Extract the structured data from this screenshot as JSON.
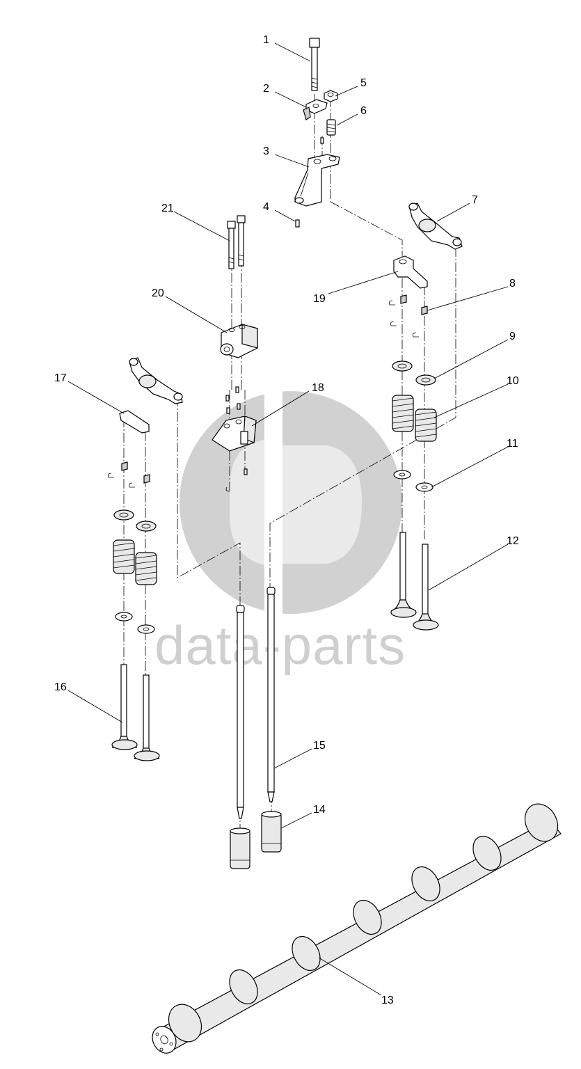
{
  "watermark": {
    "text": "data-parts",
    "color": "#c9c9c9"
  },
  "callouts": [
    {
      "id": "c1",
      "label": "1"
    },
    {
      "id": "c2",
      "label": "2"
    },
    {
      "id": "c3",
      "label": "3"
    },
    {
      "id": "c4",
      "label": "4"
    },
    {
      "id": "c5",
      "label": "5"
    },
    {
      "id": "c6",
      "label": "6"
    },
    {
      "id": "c7",
      "label": "7"
    },
    {
      "id": "c8",
      "label": "8"
    },
    {
      "id": "c9",
      "label": "9"
    },
    {
      "id": "c10",
      "label": "10"
    },
    {
      "id": "c11",
      "label": "11"
    },
    {
      "id": "c12",
      "label": "12"
    },
    {
      "id": "c13",
      "label": "13"
    },
    {
      "id": "c14",
      "label": "14"
    },
    {
      "id": "c15",
      "label": "15"
    },
    {
      "id": "c16",
      "label": "16"
    },
    {
      "id": "c17",
      "label": "17"
    },
    {
      "id": "c18",
      "label": "18"
    },
    {
      "id": "c19",
      "label": "19"
    },
    {
      "id": "c20",
      "label": "20"
    },
    {
      "id": "c21",
      "label": "21"
    }
  ]
}
